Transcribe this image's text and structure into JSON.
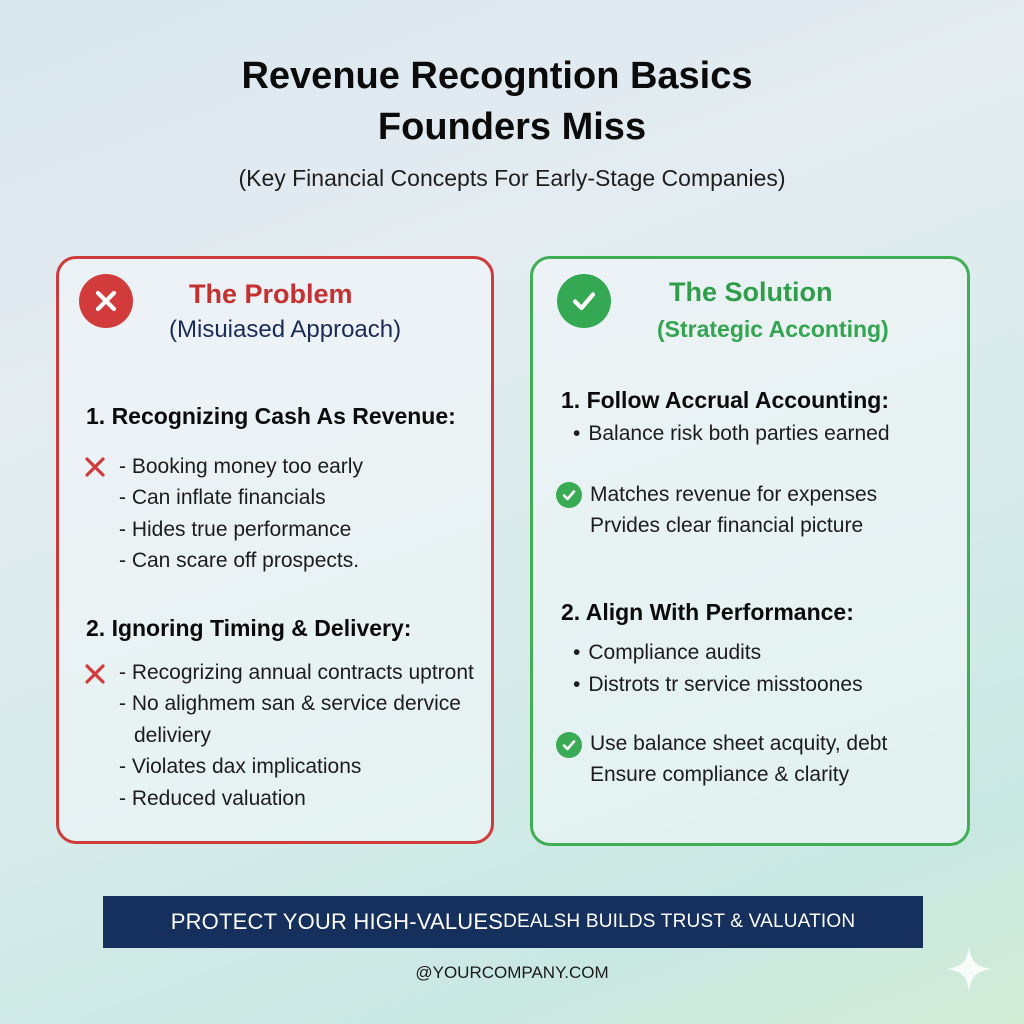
{
  "header": {
    "title_line1": "Revenue Recogntion Basics",
    "title_line2": "Founders Miss",
    "subtitle": "(Key Financial Concepts For Early-Stage Companies)"
  },
  "problem": {
    "icon": "x-circle-icon",
    "accent": "#cf3b3b",
    "title": "The Problem",
    "subtitle": "(Misuiased Approach)",
    "section1": {
      "heading": "1. Recognizing Cash As Revenue:",
      "items": [
        "- Booking money too early",
        "- Can inflate financials",
        "- Hides true performance",
        "- Can scare off prospects."
      ]
    },
    "section2": {
      "heading": "2. Ignoring Timing & Delivery:",
      "items": [
        "- Recogrizing annual contracts uptront",
        "- No alighmem san & service dervice",
        "deliviery",
        "- Violates dax implications",
        "- Reduced valuation"
      ]
    }
  },
  "solution": {
    "icon": "check-circle-icon",
    "accent": "#3fae54",
    "title": "The Solution",
    "subtitle": "(Strategic Acconting)",
    "section1": {
      "heading": "1. Follow Accrual Accounting:",
      "bullet": "Balance risk both parties earned",
      "check_line1": "Matches revenue for expenses",
      "check_line2": "Prvides clear financial picture"
    },
    "section2": {
      "heading": "2. Align With Performance:",
      "bullet1": "Compliance audits",
      "bullet2": "Distrots tr service misstoones",
      "check_line1": "Use balance sheet acquity, debt",
      "check_line2": "Ensure compliance & clarity"
    }
  },
  "banner": {
    "text_part1": "PROTECT YOUR HIGH-VALUES ",
    "text_part2": "DEALSH BUILDS TRUST & VALUATION",
    "color": "#16305e"
  },
  "footer": {
    "handle": "@YOURCOMPANY.COM"
  }
}
